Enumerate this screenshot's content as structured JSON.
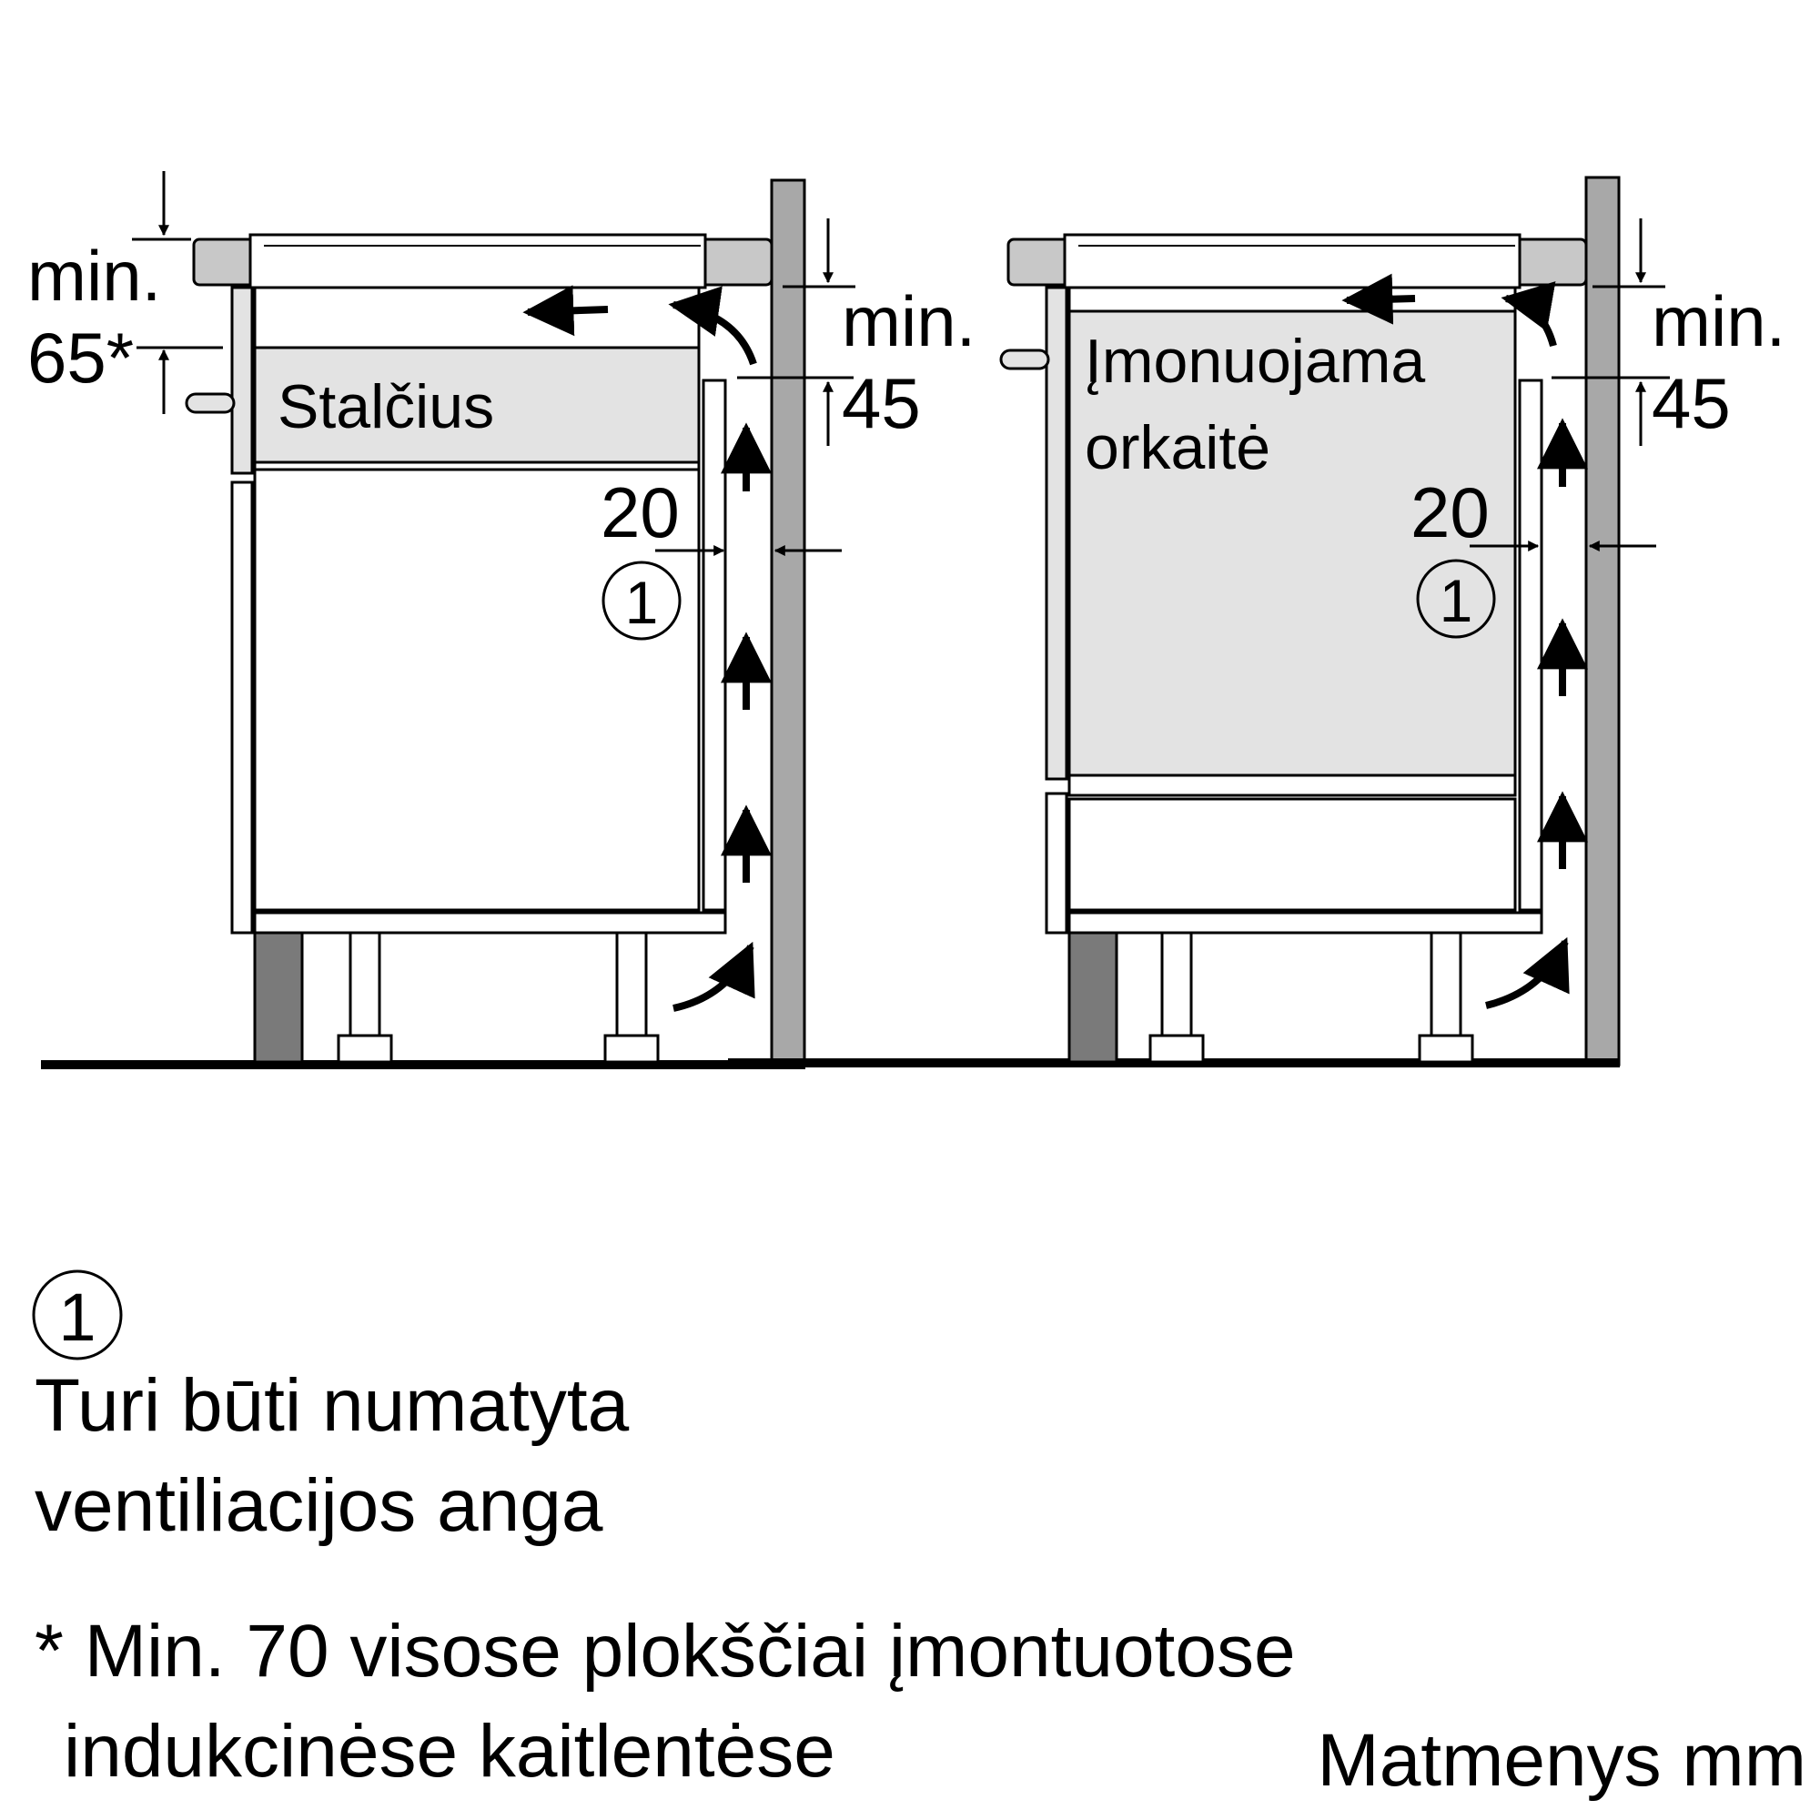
{
  "left_installation": {
    "top_gap_min": "min.",
    "top_gap_value": "65*",
    "rear_gap_min": "min.",
    "rear_gap_value": "45",
    "wall_gap_value": "20",
    "vent_marker": "1",
    "drawer_label": "Stalčius"
  },
  "right_installation": {
    "rear_gap_min": "min.",
    "rear_gap_value": "45",
    "wall_gap_value": "20",
    "vent_marker": "1",
    "oven_label_line1": "Įmonuojama",
    "oven_label_line2": "orkaitė"
  },
  "legend": {
    "marker": "1",
    "line1": "Turi būti numatyta",
    "line2": "ventiliacijos anga",
    "note_line1": "* Min. 70 visose plokščiai įmontuotose",
    "note_line2": "indukcinėse kaitlentėse",
    "units": "Matmenys mm"
  },
  "colors": {
    "line": "#000000",
    "panel_fill": "#e3e3e3",
    "wall_fill": "#a8a8a8",
    "plinth_fill": "#7a7a7a",
    "worktop_fill": "#c8c8c8"
  }
}
